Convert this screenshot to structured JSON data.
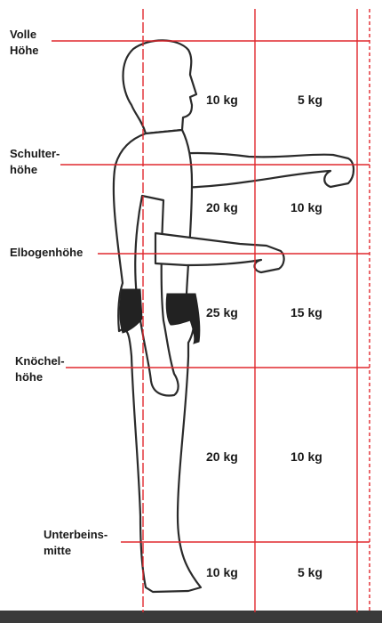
{
  "colors": {
    "guide_line": "#e0282e",
    "figure_stroke": "#2a2a2a",
    "figure_fill": "#ffffff",
    "shorts": "#222222",
    "floor": "#3a3a3a"
  },
  "icons": [
    "standing-person-icon"
  ],
  "zones": {
    "volle_hoehe": {
      "line1": "Volle",
      "line2": "Höhe"
    },
    "schulterhoehe": {
      "line1": "Schulter-",
      "line2": "höhe"
    },
    "elbogenhoehe": {
      "line1": "Elbogenhöhe"
    },
    "knoechelhoehe": {
      "line1": "Knöchel-",
      "line2": "höhe"
    },
    "unterbeinsmitte": {
      "line1": "Unterbeins-",
      "line2": "mitte"
    }
  },
  "weights": {
    "row1": {
      "near": "10 kg",
      "far": "5 kg"
    },
    "row2": {
      "near": "20 kg",
      "far": "10 kg"
    },
    "row3": {
      "near": "25 kg",
      "far": "15 kg"
    },
    "row4": {
      "near": "20 kg",
      "far": "10 kg"
    },
    "row5": {
      "near": "10 kg",
      "far": "5 kg"
    }
  }
}
